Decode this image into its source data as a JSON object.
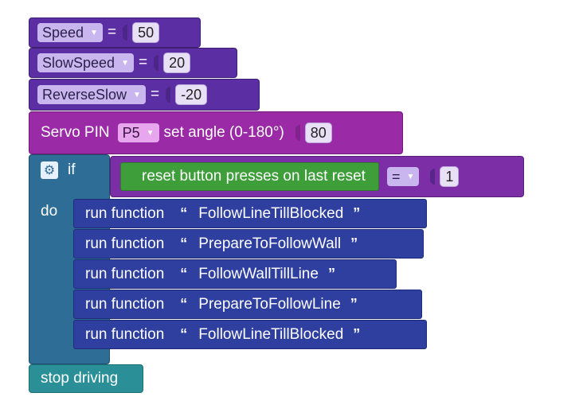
{
  "variables": [
    {
      "name": "Speed",
      "value": "50"
    },
    {
      "name": "SlowSpeed",
      "value": "20"
    },
    {
      "name": "ReverseSlow",
      "value": "-20"
    }
  ],
  "assign_op": "=",
  "servo": {
    "label_prefix": "Servo PIN",
    "pin": "P5",
    "label_mid": "set angle (0-180°)",
    "angle": "80"
  },
  "if_block": {
    "if_label": "if",
    "do_label": "do",
    "condition_text": "reset button presses on last reset",
    "compare_op": "=",
    "compare_value": "1"
  },
  "run_functions": [
    {
      "label": "run function",
      "name": "FollowLineTillBlocked"
    },
    {
      "label": "run function",
      "name": "PrepareToFollowWall"
    },
    {
      "label": "run function",
      "name": "FollowWallTillLine"
    },
    {
      "label": "run function",
      "name": "PrepareToFollowLine"
    },
    {
      "label": "run function",
      "name": "FollowLineTillBlocked"
    }
  ],
  "quote_open": "“",
  "quote_close": "”",
  "dropdown_arrow": "▼",
  "stop": {
    "label": "stop driving"
  },
  "icons": {
    "gear": "gear-icon",
    "dropdown": "dropdown-arrow-icon"
  }
}
